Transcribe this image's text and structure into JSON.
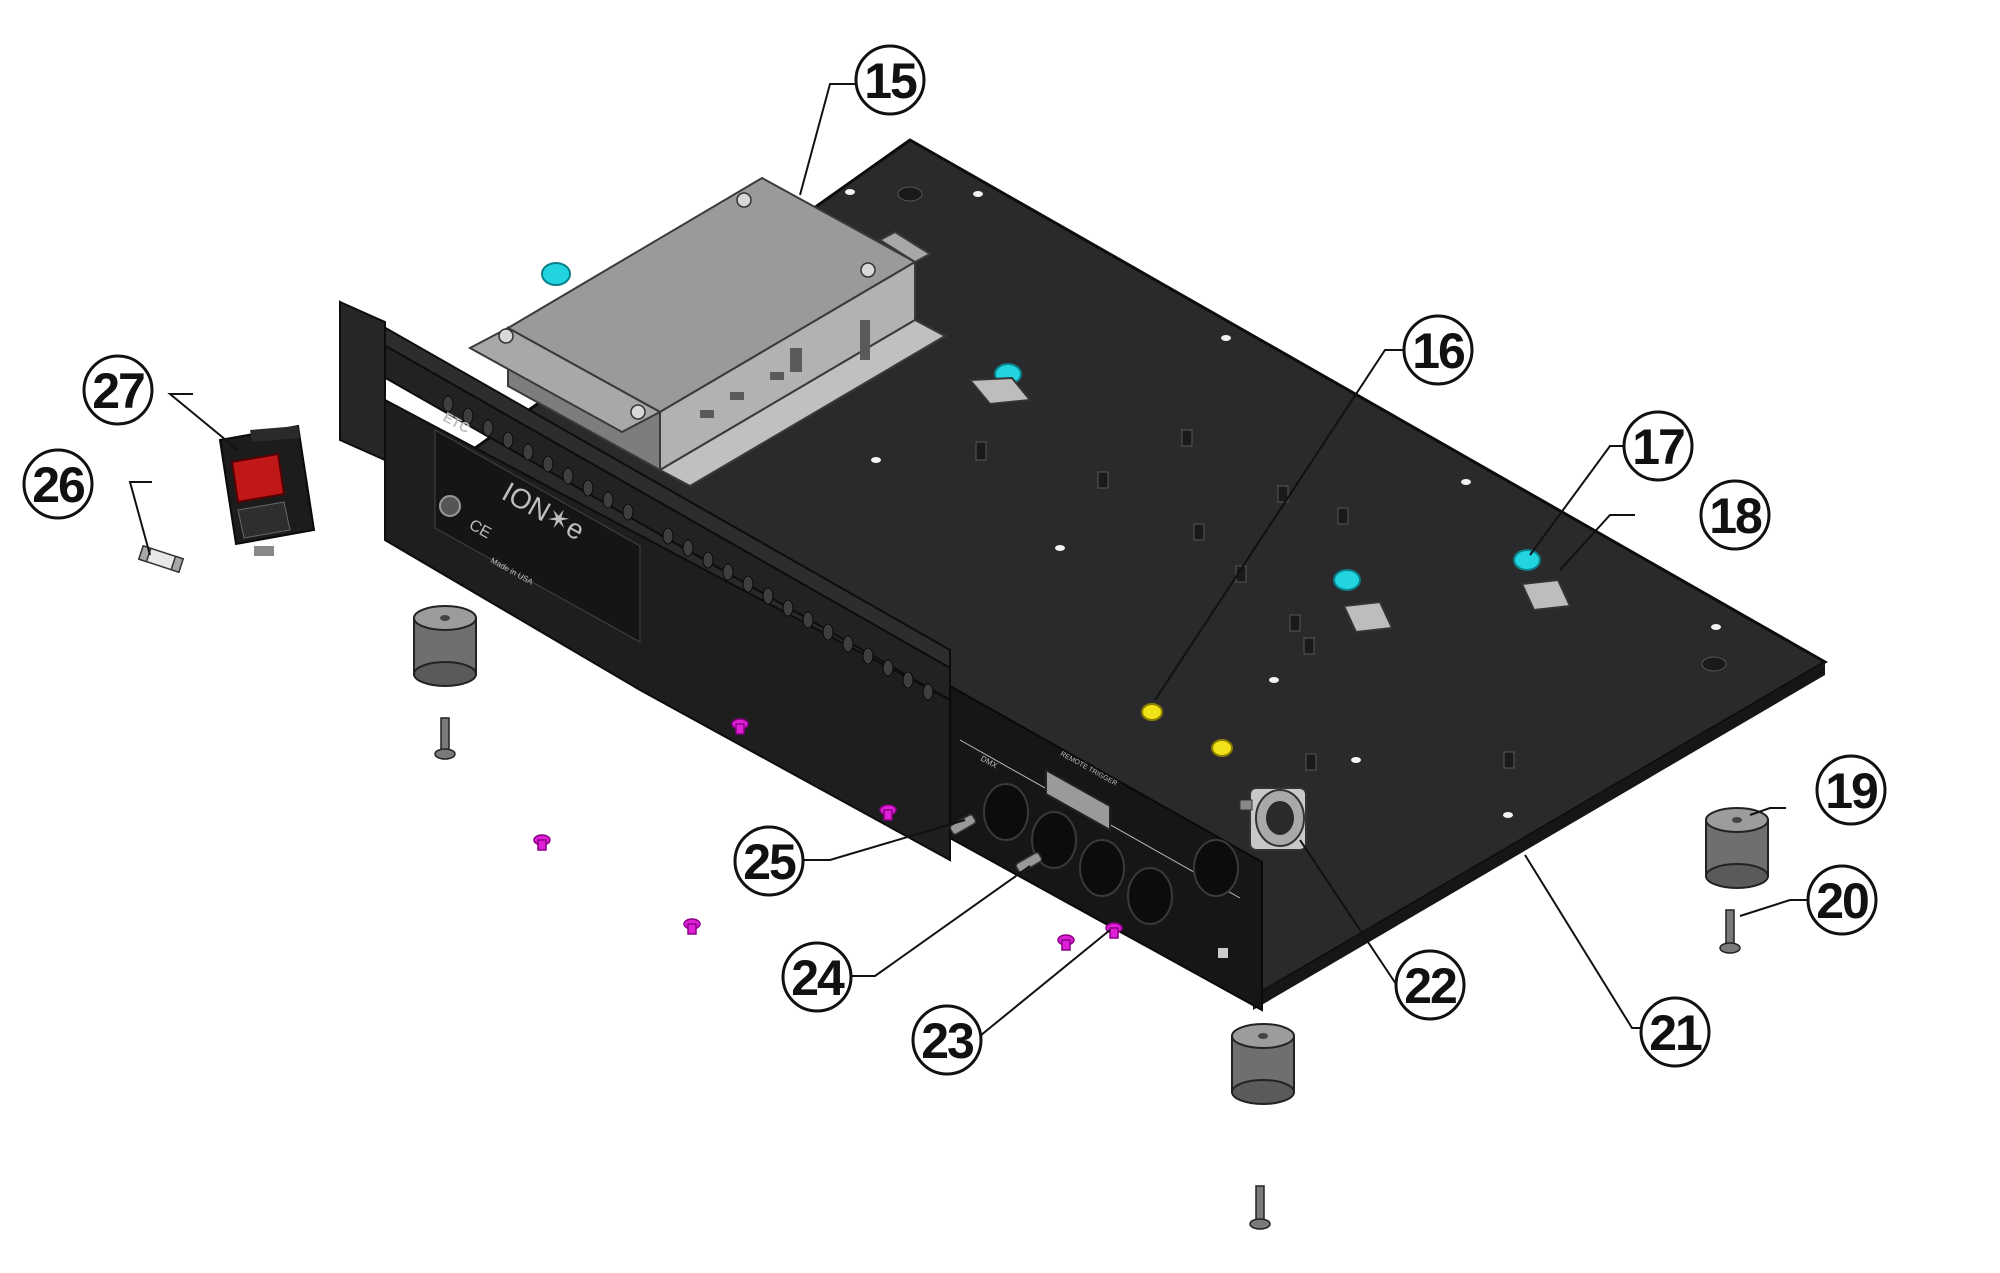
{
  "diagram": {
    "callouts": [
      {
        "id": "c15",
        "label": "15"
      },
      {
        "id": "c16",
        "label": "16"
      },
      {
        "id": "c17",
        "label": "17"
      },
      {
        "id": "c18",
        "label": "18"
      },
      {
        "id": "c19",
        "label": "19"
      },
      {
        "id": "c20",
        "label": "20"
      },
      {
        "id": "c21",
        "label": "21"
      },
      {
        "id": "c22",
        "label": "22"
      },
      {
        "id": "c23",
        "label": "23"
      },
      {
        "id": "c24",
        "label": "24"
      },
      {
        "id": "c25",
        "label": "25"
      },
      {
        "id": "c26",
        "label": "26"
      },
      {
        "id": "c27",
        "label": "27"
      }
    ],
    "front_panel": {
      "brand": "ETC",
      "product": "ION✶e",
      "ce_mark": "CE",
      "made_in": "Made in USA"
    },
    "rear_panel": {
      "dmx_label": "DMX",
      "remote_trigger_label": "REMOTE TRIGGER"
    },
    "colors": {
      "plate": "#2a2a2c",
      "plate_edge": "#111111",
      "psu_box": "#8c8c8c",
      "cyan_nut": "#22d3e0",
      "yellow_nut": "#f2e21a",
      "magenta_screw": "#e020d8",
      "rocker_switch": "#c01818"
    }
  }
}
